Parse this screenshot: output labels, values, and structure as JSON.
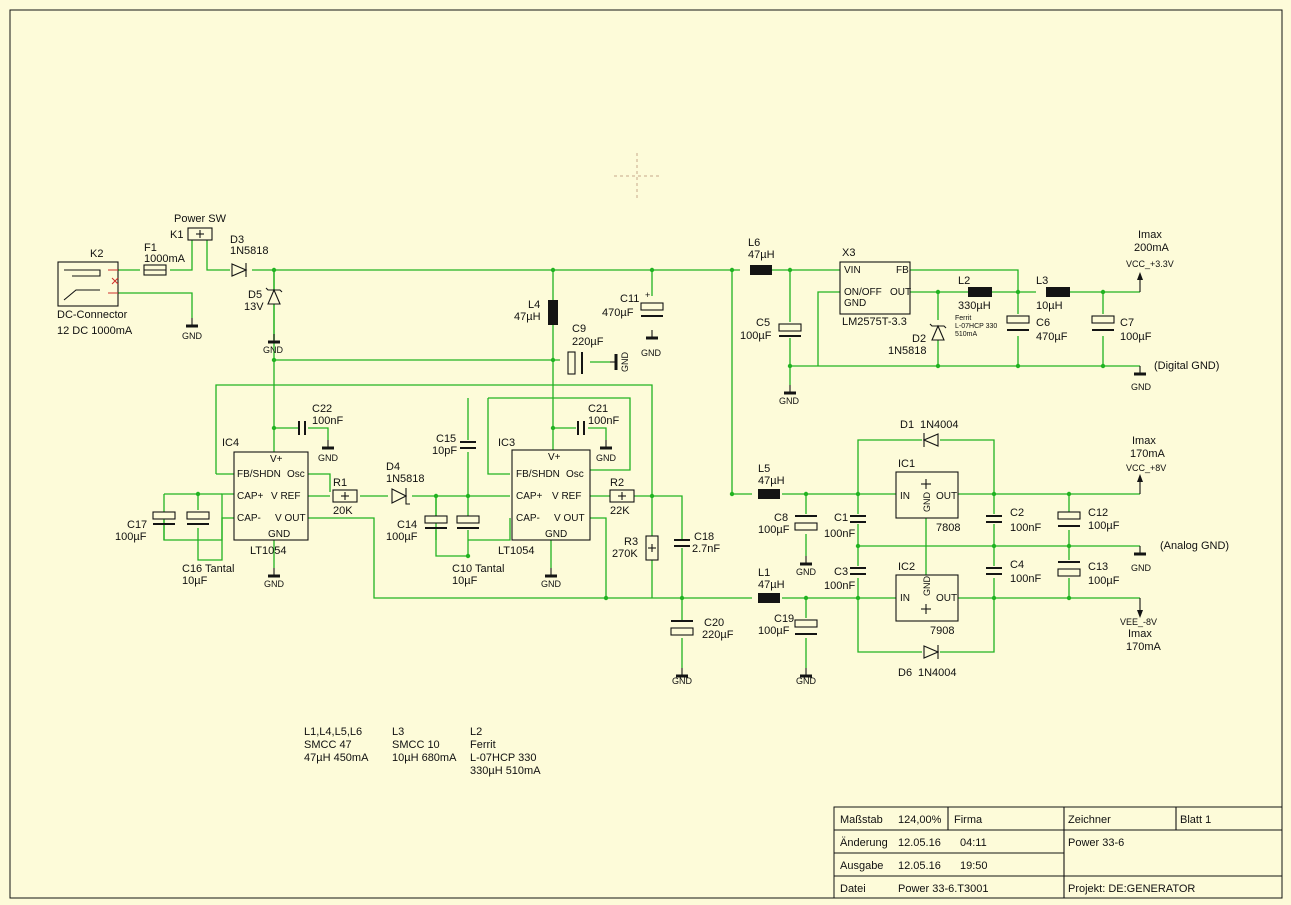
{
  "connector": {
    "ref": "K2",
    "name": "DC-Connector",
    "value": "12 DC 1000mA"
  },
  "fuse": {
    "ref": "F1",
    "value": "1000mA"
  },
  "switch": {
    "ref": "K1",
    "name": "Power SW"
  },
  "diodes": {
    "d3": {
      "ref": "D3",
      "value": "1N5818"
    },
    "d5": {
      "ref": "D5",
      "value": "13V"
    },
    "d4": {
      "ref": "D4",
      "value": "1N5818"
    },
    "d2": {
      "ref": "D2",
      "value": "1N5818"
    },
    "d1": {
      "ref": "D1",
      "value": "1N4004"
    },
    "d6": {
      "ref": "D6",
      "value": "1N4004"
    }
  },
  "inductors": {
    "l4": {
      "ref": "L4",
      "value": "47µH"
    },
    "l6": {
      "ref": "L6",
      "value": "47µH"
    },
    "l2": {
      "ref": "L2",
      "value": "330µH"
    },
    "l3": {
      "ref": "L3",
      "value": "10µH"
    },
    "l5": {
      "ref": "L5",
      "value": "47µH"
    },
    "l1": {
      "ref": "L1",
      "value": "47µH"
    }
  },
  "capacitors": {
    "c11": {
      "ref": "C11",
      "value": "470µF"
    },
    "c9": {
      "ref": "C9",
      "value": "220µF"
    },
    "c22": {
      "ref": "C22",
      "value": "100nF"
    },
    "c21": {
      "ref": "C21",
      "value": "100nF"
    },
    "c15": {
      "ref": "C15",
      "value": "10pF"
    },
    "c17": {
      "ref": "C17",
      "value": "100µF"
    },
    "c16": {
      "ref": "C16 Tantal",
      "value": "10µF"
    },
    "c14": {
      "ref": "C14",
      "value": "100µF"
    },
    "c10": {
      "ref": "C10 Tantal",
      "value": "10µF"
    },
    "c18": {
      "ref": "C18",
      "value": "2.7nF"
    },
    "c20": {
      "ref": "C20",
      "value": "220µF"
    },
    "c5": {
      "ref": "C5",
      "value": "100µF"
    },
    "c6": {
      "ref": "C6",
      "value": "470µF"
    },
    "c7": {
      "ref": "C7",
      "value": "100µF"
    },
    "c8": {
      "ref": "C8",
      "value": "100µF"
    },
    "c1": {
      "ref": "C1",
      "value": "100nF"
    },
    "c3": {
      "ref": "C3",
      "value": "100nF"
    },
    "c2": {
      "ref": "C2",
      "value": "100nF"
    },
    "c4": {
      "ref": "C4",
      "value": "100nF"
    },
    "c12": {
      "ref": "C12",
      "value": "100µF"
    },
    "c13": {
      "ref": "C13",
      "value": "100µF"
    },
    "c19": {
      "ref": "C19",
      "value": "100µF"
    }
  },
  "resistors": {
    "r1": {
      "ref": "R1",
      "value": "20K"
    },
    "r2": {
      "ref": "R2",
      "value": "22K"
    },
    "r3": {
      "ref": "R3",
      "value": "270K"
    }
  },
  "ics": {
    "ic4": {
      "ref": "IC4",
      "value": "LT1054"
    },
    "ic3": {
      "ref": "IC3",
      "value": "LT1054"
    },
    "x3": {
      "ref": "X3",
      "value": "LM2575T-3.3"
    },
    "ic1": {
      "ref": "IC1",
      "value": "7808"
    },
    "ic2": {
      "ref": "IC2",
      "value": "7908"
    }
  },
  "pins": {
    "vplus": "V+",
    "fbshdn": "FB/SHDN",
    "osc": "Osc",
    "capplus": "CAP+",
    "vref": "V REF",
    "capminus": "CAP-",
    "vout": "V OUT",
    "gnd": "GND",
    "vin": "VIN",
    "fb": "FB",
    "onoff": "ON/OFF",
    "out": "OUT",
    "in": "IN"
  },
  "ferrite_note": [
    "Ferrit",
    "L-07HCP 330",
    "510mA"
  ],
  "gnd_label": "GND",
  "rails": {
    "vcc33": {
      "imax": "Imax",
      "current": "200mA",
      "name": "VCC_+3.3V"
    },
    "vcc8": {
      "imax": "Imax",
      "current": "170mA",
      "name": "VCC_+8V"
    },
    "vee8": {
      "name": "VEE_-8V",
      "imax": "Imax",
      "current": "170mA"
    },
    "digital_gnd": "(Digital GND)",
    "analog_gnd": "(Analog GND)"
  },
  "notes": [
    [
      "L1,L4,L5,L6",
      "SMCC 47",
      "47µH 450mA"
    ],
    [
      "L3",
      "SMCC 10",
      "10µH 680mA"
    ],
    [
      "L2",
      "Ferrit",
      "L-07HCP 330",
      "330µH 510mA"
    ]
  ],
  "title_block": {
    "massstab_label": "Maßstab",
    "massstab_value": "124,00%",
    "firma_label": "Firma",
    "zeichner_label": "Zeichner",
    "blatt": "Blatt 1",
    "aenderung_label": "Änderung",
    "aenderung_date": "12.05.16",
    "aenderung_time": "04:11",
    "title": "Power 33-6",
    "ausgabe_label": "Ausgabe",
    "ausgabe_date": "12.05.16",
    "ausgabe_time": "19:50",
    "datei_label": "Datei",
    "datei_value": "Power 33-6.T3001",
    "projekt": "Projekt: DE:GENERATOR"
  },
  "colors": {
    "background": "#fdfbd9",
    "wire": "#22b322",
    "pin": "#d0302a",
    "symbol": "#141414"
  }
}
